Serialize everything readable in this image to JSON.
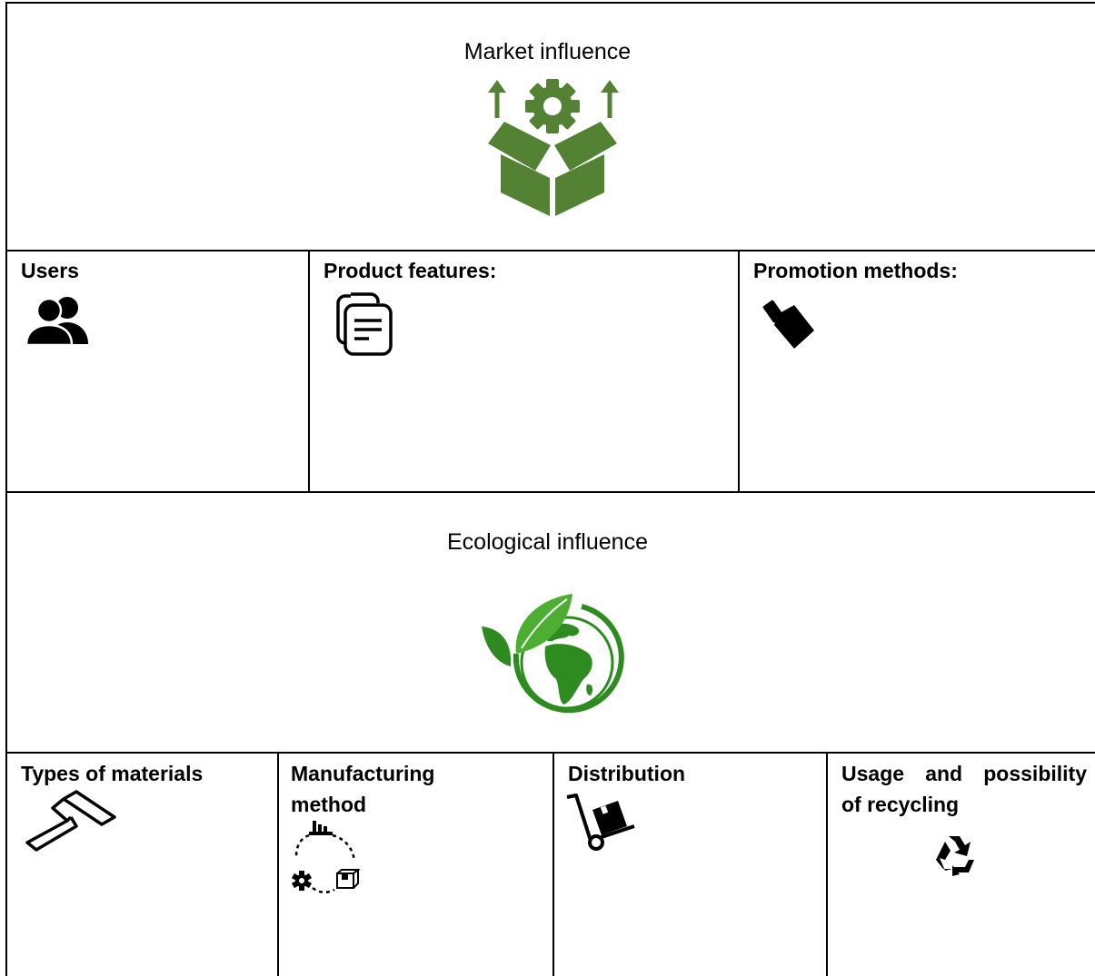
{
  "market": {
    "title": "Market influence",
    "icon": "open-box-gear-icon",
    "color": "#548235",
    "cells": [
      {
        "title": "Users",
        "icon": "users-icon"
      },
      {
        "title": "Product features:",
        "icon": "documents-icon"
      },
      {
        "title": "Promotion methods:",
        "icon": "megaphone-icon"
      }
    ]
  },
  "ecological": {
    "title": "Ecological influence",
    "icon": "globe-leaf-icon",
    "color": "#2e8b1f",
    "cells": [
      {
        "title": "Types of materials",
        "icon": "paint-roller-icon"
      },
      {
        "title_line1": "Manufacturing",
        "title_line2": "method",
        "icon": "manufacturing-cycle-icon"
      },
      {
        "title": "Distribution",
        "icon": "hand-truck-icon"
      },
      {
        "title_line1": "Usage and possibility",
        "title_line2": "of recycling",
        "icon": "recycle-icon"
      }
    ]
  }
}
